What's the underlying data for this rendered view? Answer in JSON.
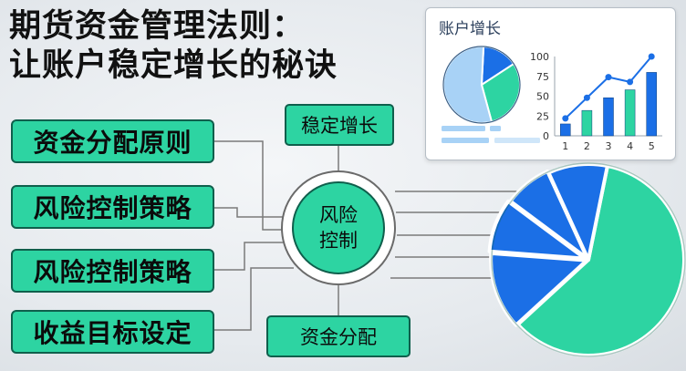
{
  "title": {
    "line1": "期货资金管理法则：",
    "line2": "让账户稳定增长的秘诀"
  },
  "left_boxes": [
    {
      "label": "资金分配原则"
    },
    {
      "label": "风险控制策略"
    },
    {
      "label": "风险控制策略"
    },
    {
      "label": "收益目标设定"
    }
  ],
  "top_box": {
    "label": "稳定增长"
  },
  "hub": {
    "line1": "风险",
    "line2": "控制"
  },
  "bottom_box": {
    "label": "资金分配"
  },
  "colors": {
    "green": "#2dd4a2",
    "blue": "#1b6fe6",
    "light_blue": "#a8d2f6",
    "dark_outline": "#0f5f4c"
  },
  "card": {
    "title": "账户增长",
    "chart_data": {
      "type": "bar",
      "categories": [
        "1",
        "2",
        "3",
        "4",
        "5"
      ],
      "values": [
        15,
        32,
        48,
        58,
        80
      ],
      "line_values": [
        22,
        48,
        74,
        68,
        100
      ],
      "y_ticks": [
        "0",
        "25",
        "50",
        "75",
        "100"
      ],
      "ylim": [
        0,
        100
      ]
    }
  },
  "big_pie": {
    "chart_data": {
      "type": "pie",
      "slices": [
        {
          "value": 60,
          "color": "#2dd4a2"
        },
        {
          "value": 13,
          "color": "#1b6fe6"
        },
        {
          "value": 9,
          "color": "#1b6fe6"
        },
        {
          "value": 8,
          "color": "#1b6fe6"
        },
        {
          "value": 10,
          "color": "#1b6fe6"
        }
      ]
    }
  },
  "mini_pie": {
    "chart_data": {
      "type": "pie",
      "slices": [
        {
          "value": 15,
          "color": "#1b6fe6"
        },
        {
          "value": 30,
          "color": "#2dd4a2"
        },
        {
          "value": 55,
          "color": "#a8d2f6"
        }
      ]
    }
  }
}
